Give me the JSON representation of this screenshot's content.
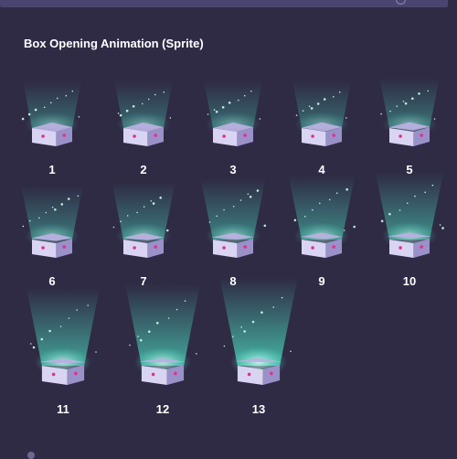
{
  "page": {
    "title": "Box Opening Animation (Sprite)"
  },
  "colors": {
    "background": "#2f2b45",
    "top_bar": "#4a4570",
    "glow": "#4ff0cf",
    "box_light": "#d9d4f2",
    "box_mid": "#b8b0e0",
    "box_dark": "#9a91c9",
    "accent_dot": "#e0318a"
  },
  "frames": [
    {
      "label": "1"
    },
    {
      "label": "2"
    },
    {
      "label": "3"
    },
    {
      "label": "4"
    },
    {
      "label": "5"
    },
    {
      "label": "6"
    },
    {
      "label": "7"
    },
    {
      "label": "8"
    },
    {
      "label": "9"
    },
    {
      "label": "10"
    },
    {
      "label": "11"
    },
    {
      "label": "12"
    },
    {
      "label": "13"
    }
  ]
}
